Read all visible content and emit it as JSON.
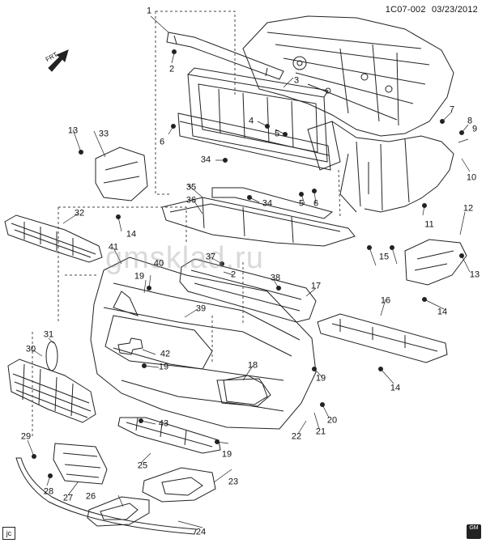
{
  "header": {
    "code": "1C07-002",
    "date": "03/23/2012"
  },
  "forward_label": "FRT",
  "watermark": "gmsklad.ru",
  "corner_tag": "jc",
  "gm_logo": "GM",
  "callouts": {
    "c1": "1",
    "c2a": "2",
    "c2b": "2",
    "c3": "3",
    "c4": "4",
    "c5a": "5",
    "c5b": "5",
    "c6a": "6",
    "c6b": "6",
    "c7": "7",
    "c8": "8",
    "c9": "9",
    "c10": "10",
    "c11": "11",
    "c12": "12",
    "c13a": "13",
    "c13b": "13",
    "c14a": "14",
    "c14b": "14",
    "c14c": "14",
    "c15": "15",
    "c16": "16",
    "c17": "17",
    "c18": "18",
    "c19a": "19",
    "c19b": "19",
    "c19c": "19",
    "c19d": "19",
    "c20": "20",
    "c21": "21",
    "c22": "22",
    "c23": "23",
    "c24": "24",
    "c25": "25",
    "c26": "26",
    "c27": "27",
    "c28": "28",
    "c29": "29",
    "c30": "30",
    "c31": "31",
    "c32": "32",
    "c33": "33",
    "c34a": "34",
    "c34b": "34",
    "c35": "35",
    "c36": "36",
    "c37": "37",
    "c38": "38",
    "c39": "39",
    "c40": "40",
    "c41": "41",
    "c42": "42",
    "c43": "43"
  }
}
